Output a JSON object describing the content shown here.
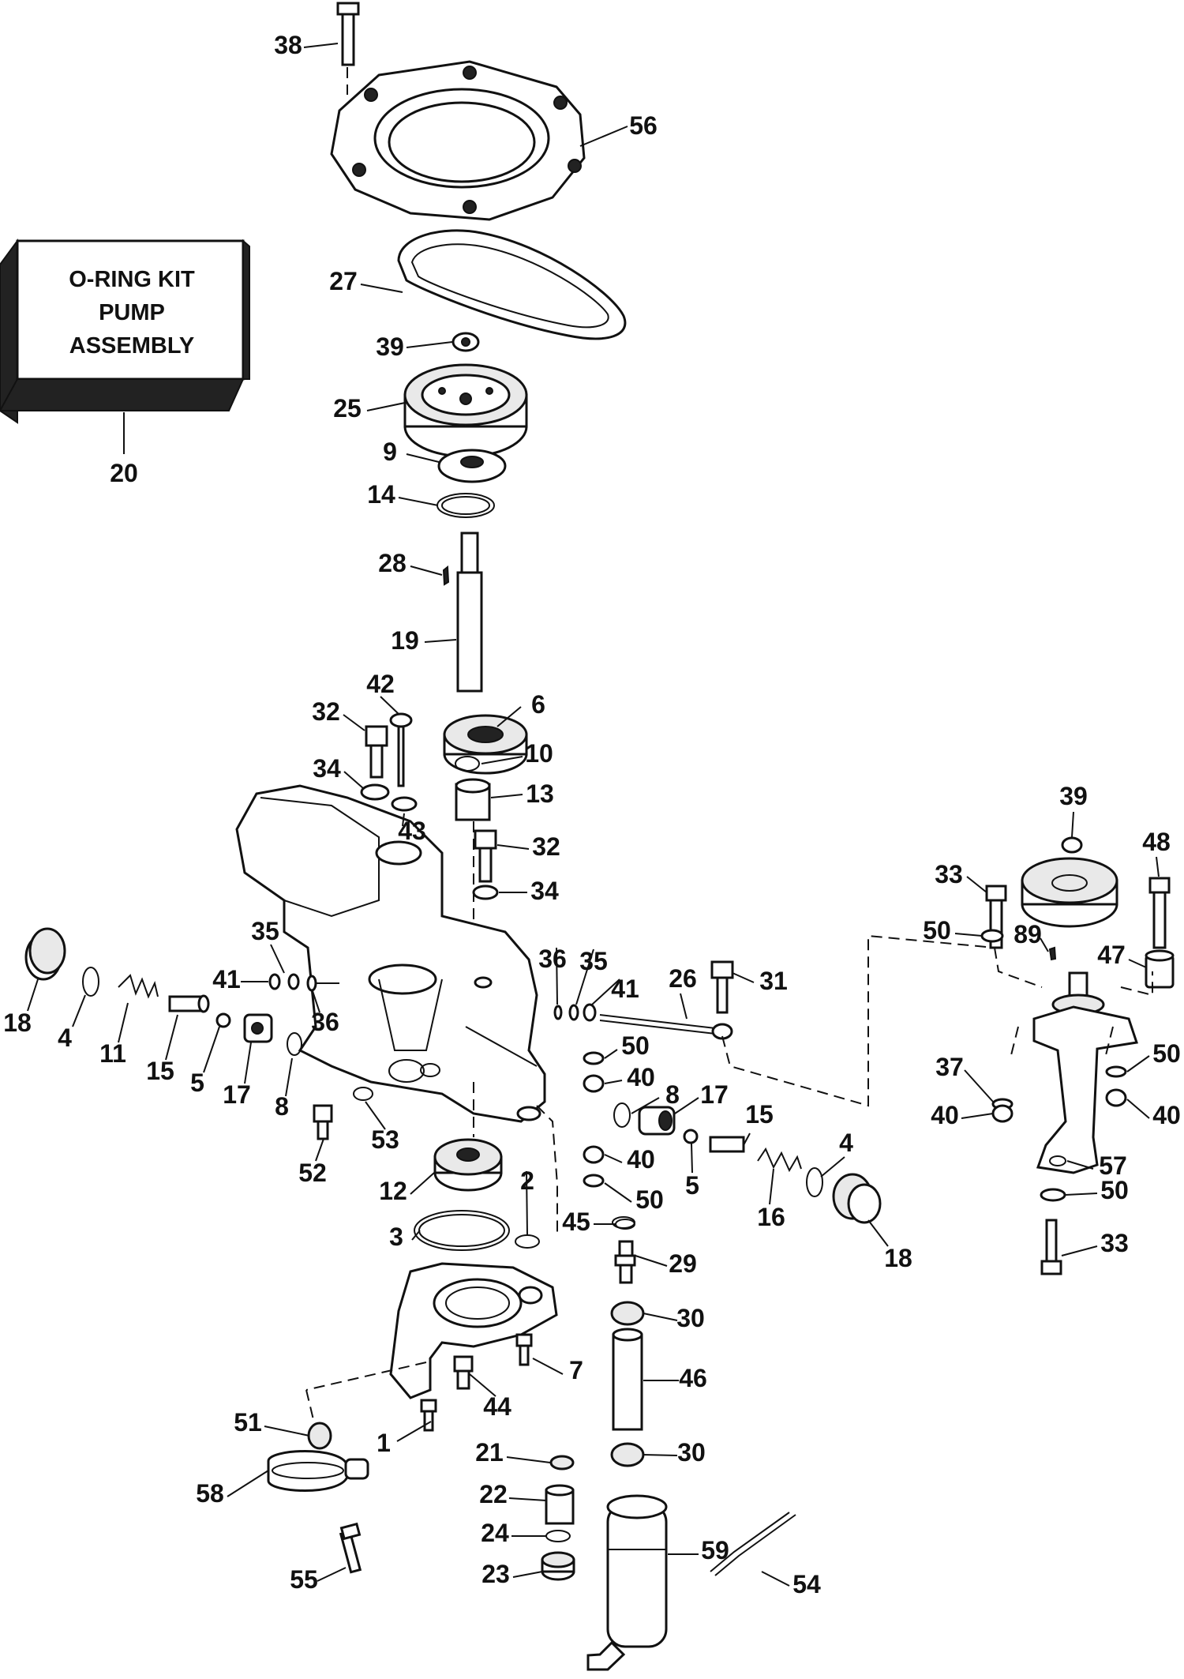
{
  "kit_box": {
    "lines": [
      "O-RING KIT",
      "PUMP",
      "ASSEMBLY"
    ],
    "number": "20"
  },
  "callouts": [
    "1",
    "2",
    "3",
    "4",
    "5",
    "6",
    "7",
    "8",
    "9",
    "10",
    "11",
    "12",
    "13",
    "14",
    "15",
    "16",
    "17",
    "18",
    "19",
    "21",
    "22",
    "23",
    "24",
    "25",
    "26",
    "27",
    "28",
    "29",
    "30",
    "31",
    "32",
    "33",
    "34",
    "35",
    "36",
    "37",
    "38",
    "39",
    "40",
    "41",
    "42",
    "43",
    "44",
    "45",
    "46",
    "47",
    "48",
    "50",
    "51",
    "52",
    "53",
    "54",
    "55",
    "56",
    "57",
    "58",
    "59",
    "89"
  ]
}
